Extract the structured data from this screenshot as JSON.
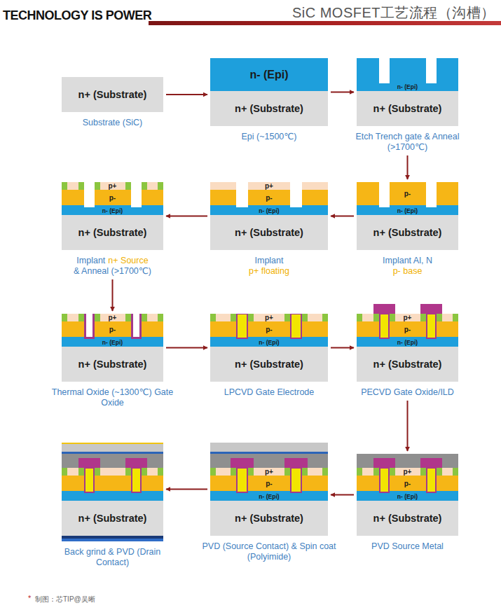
{
  "diagram": {
    "title": "SiC MOSFET工艺流程（沟槽）",
    "caption": "制图：芯TIP@吴晰",
    "nodes": [
      {
        "text": [
          "Substrate (SiC)"
        ]
      },
      {
        "text": [
          "n+ (Substrate)"
        ],
        "in": 0
      },
      {
        "text": [
          "Epi (~1500℃)"
        ]
      },
      {
        "text": [
          "n- (Epi)"
        ],
        "in": 2
      },
      {
        "text": [
          "n+ (Substrate)"
        ],
        "in": 2
      },
      {
        "text": [
          "Etch Trench gate & Anneal (>1700℃)"
        ]
      },
      {
        "text": [
          "n- (Epi)"
        ],
        "in": 5
      },
      {
        "text": [
          "n+ (Substrate)"
        ],
        "in": 5
      },
      {
        "text": [
          "Implant Al, N",
          "p- base"
        ]
      },
      {
        "text": [
          "p-"
        ],
        "in": 8
      },
      {
        "text": [
          "n- (Epi)"
        ],
        "in": 8
      },
      {
        "text": [
          "n+ (Substrate)"
        ],
        "in": 8
      },
      {
        "text": [
          "Implant",
          "p+ floating"
        ]
      },
      {
        "text": [
          "p+"
        ],
        "in": 12
      },
      {
        "text": [
          "p-"
        ],
        "in": 12
      },
      {
        "text": [
          "n- (Epi)"
        ],
        "in": 12
      },
      {
        "text": [
          "n+ (Substrate)"
        ],
        "in": 12
      },
      {
        "text": [
          "Implant",
          "n+ Source",
          "& Anneal (>1700℃)"
        ]
      },
      {
        "text": [
          "p+"
        ],
        "in": 17
      },
      {
        "text": [
          "p-"
        ],
        "in": 17
      },
      {
        "text": [
          "n- (Epi)"
        ],
        "in": 17
      },
      {
        "text": [
          "n+ (Substrate)"
        ],
        "in": 17
      },
      {
        "text": [
          "Thermal Oxide (~1300℃) Gate Oxide"
        ]
      },
      {
        "text": [
          "p+"
        ],
        "in": 22
      },
      {
        "text": [
          "p-"
        ],
        "in": 22
      },
      {
        "text": [
          "n- (Epi)"
        ],
        "in": 22
      },
      {
        "text": [
          "n+ (Substrate)"
        ],
        "in": 22
      },
      {
        "text": [
          "LPCVD Gate Electrode"
        ]
      },
      {
        "text": [
          "p+"
        ],
        "in": 27
      },
      {
        "text": [
          "p-"
        ],
        "in": 27
      },
      {
        "text": [
          "n- (Epi)"
        ],
        "in": 27
      },
      {
        "text": [
          "n+ (Substrate)"
        ],
        "in": 27
      },
      {
        "text": [
          "PECVD Gate Oxide/ILD"
        ]
      },
      {
        "text": [
          "p+"
        ],
        "in": 32
      },
      {
        "text": [
          "p-"
        ],
        "in": 32
      },
      {
        "text": [
          "n- (Epi)"
        ],
        "in": 32
      },
      {
        "text": [
          "n+ (Substrate)"
        ],
        "in": 32
      },
      {
        "text": [
          "PVD Source Metal"
        ]
      },
      {
        "text": [
          "p+"
        ],
        "in": 37
      },
      {
        "text": [
          "p-"
        ],
        "in": 37
      },
      {
        "text": [
          "n- (Epi)"
        ],
        "in": 37
      },
      {
        "text": [
          "n+ (Substrate)"
        ],
        "in": 37
      },
      {
        "text": [
          "PVD (Source Contact) & Spin coat (Polyimide)"
        ]
      },
      {
        "text": [
          "p+"
        ],
        "in": 42
      },
      {
        "text": [
          "p-"
        ],
        "in": 42
      },
      {
        "text": [
          "n- (Epi)"
        ],
        "in": 42
      },
      {
        "text": [
          "n+ (Substrate)"
        ],
        "in": 42
      },
      {
        "text": [
          "Back grind & PVD (Drain Contact)"
        ]
      },
      {
        "text": [
          "n+ (Substrate)"
        ],
        "in": 47
      }
    ],
    "edges": [
      {
        "from": 0,
        "to": 2,
        "arrow": "to"
      },
      {
        "from": 2,
        "to": 5,
        "arrow": "to"
      },
      {
        "from": 5,
        "to": 8,
        "arrow": "to"
      },
      {
        "from": 8,
        "to": 12,
        "arrow": "to"
      },
      {
        "from": 12,
        "to": 17,
        "arrow": "to"
      },
      {
        "from": 17,
        "to": 22,
        "arrow": "to"
      },
      {
        "from": 22,
        "to": 27,
        "arrow": "to"
      },
      {
        "from": 27,
        "to": 32,
        "arrow": "to"
      },
      {
        "from": 32,
        "to": 37,
        "arrow": "to"
      },
      {
        "from": 37,
        "to": 42,
        "arrow": "to"
      },
      {
        "from": 42,
        "to": 47,
        "arrow": "to"
      }
    ],
    "labels": [
      "TECHNOLOGY IS POWER",
      "*"
    ]
  }
}
